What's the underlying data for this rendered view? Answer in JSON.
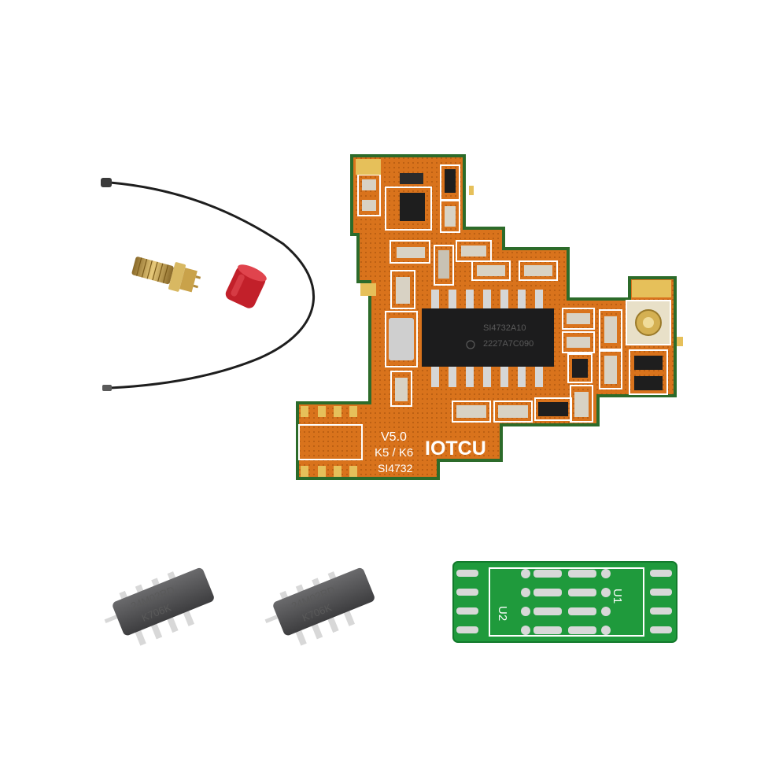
{
  "main_board": {
    "version_label": "V5.0",
    "model_label": "K5 / K6",
    "brand_label": "IOTCU",
    "chip_label": "SI4732",
    "ic_marking_line1": "SI4732A10",
    "ic_marking_line2": "2227A7C090"
  },
  "eeprom_chip": {
    "marking_line1": "24M02RD",
    "marking_line2": "K706K"
  },
  "adapter_board": {
    "label_u2": "U2",
    "label_u1": "U1"
  },
  "colors": {
    "pcb_orange": "#d9731c",
    "pcb_green": "#1f9a3c",
    "chip_body": "#4b4b4d",
    "gold": "#c9a24a",
    "cap_red": "#c2202a"
  }
}
